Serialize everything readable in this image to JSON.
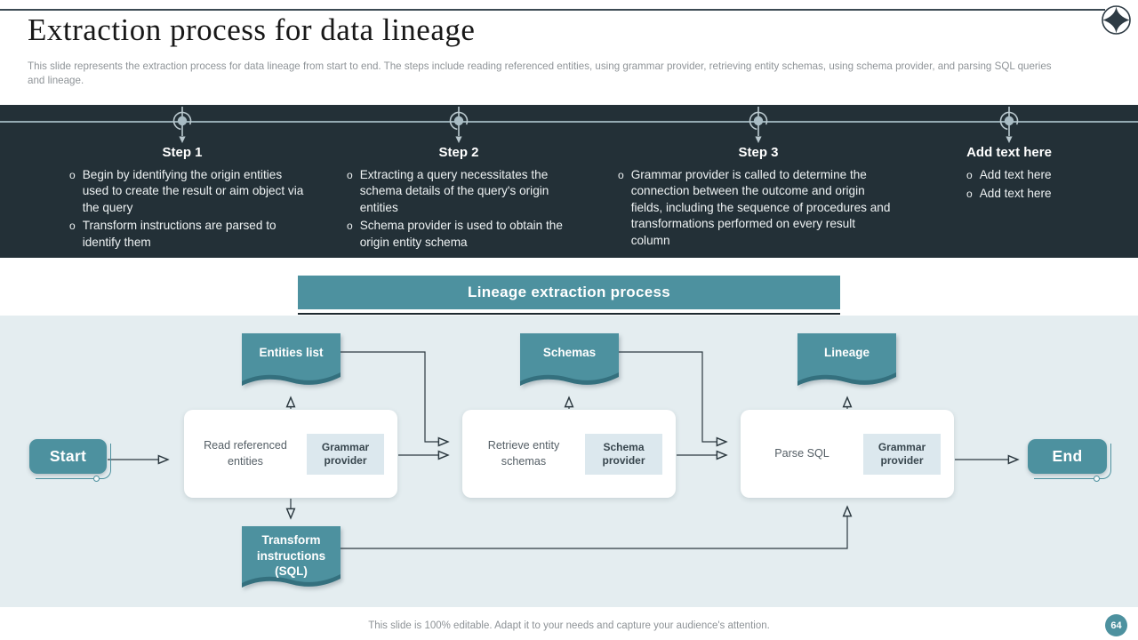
{
  "header": {
    "title": "Extraction process for data lineage",
    "subtitle": "This slide represents the extraction process for data lineage from start to end. The steps include reading referenced entities, using grammar provider, retrieving entity schemas, using schema provider, and parsing SQL queries and lineage."
  },
  "steps": [
    {
      "title": "Step 1",
      "bullets": [
        "Begin by identifying the origin entities used to create the result or aim object via the query",
        "Transform instructions are parsed to identify them"
      ]
    },
    {
      "title": "Step 2",
      "bullets": [
        "Extracting a query necessitates the schema details of the query's origin entities",
        "Schema provider is used to obtain the origin entity schema"
      ]
    },
    {
      "title": "Step 3",
      "bullets": [
        "Grammar provider is called to determine the connection between the outcome and origin fields, including the sequence of procedures and transformations performed on every result column"
      ]
    },
    {
      "title": "Add text here",
      "bullets": [
        "Add text here",
        "Add text here"
      ]
    }
  ],
  "flowchart": {
    "header": "Lineage extraction process",
    "start_label": "Start",
    "end_label": "End",
    "banners": {
      "entities": "Entities list",
      "schemas": "Schemas",
      "lineage": "Lineage",
      "transform": "Transform instructions (SQL)"
    },
    "boxes": [
      {
        "label": "Read referenced  entities",
        "provider": "Grammar provider"
      },
      {
        "label": "Retrieve entity schemas",
        "provider": "Schema provider"
      },
      {
        "label": "Parse SQL",
        "provider": "Grammar provider"
      }
    ]
  },
  "footer": {
    "note": "This slide is 100% editable. Adapt it to your needs and capture your audience's attention.",
    "page": "64"
  },
  "colors": {
    "accent": "#4d919f",
    "accent_dark": "#34707e",
    "band": "#233037",
    "panel": "#e4edf0"
  }
}
